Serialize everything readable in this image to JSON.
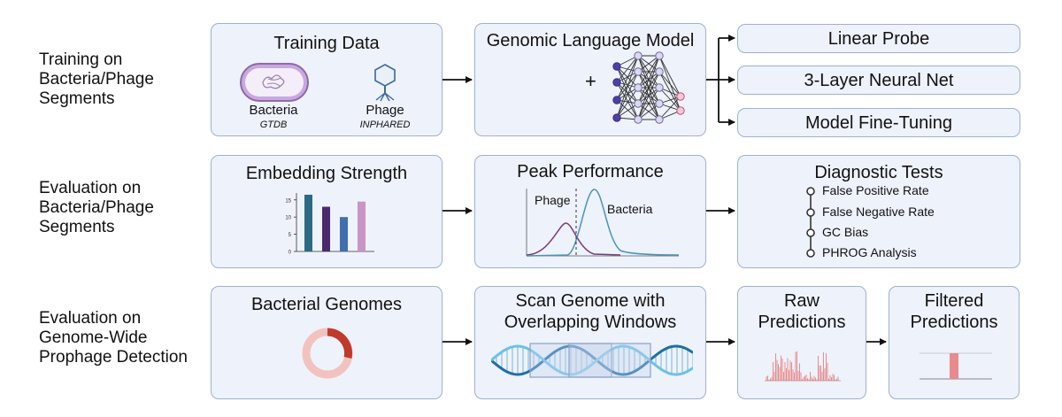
{
  "rows": [
    {
      "label": "Training on\nBacteria/Phage\nSegments"
    },
    {
      "label": "Evaluation on\nBacteria/Phage\nSegments"
    },
    {
      "label": "Evaluation on\nGenome-Wide\nProphage Detection"
    }
  ],
  "training_data": {
    "title": "Training Data",
    "bacteria_label": "Bacteria",
    "bacteria_source": "GTDB",
    "phage_label": "Phage",
    "phage_source": "INPHARED"
  },
  "glm": {
    "title": "Genomic Language Model",
    "plus": "+"
  },
  "outputs": [
    "Linear Probe",
    "3-Layer Neural Net",
    "Model Fine-Tuning"
  ],
  "embedding": {
    "title": "Embedding Strength",
    "chart_data": {
      "type": "bar",
      "ylim": [
        0,
        17
      ],
      "yticks": [
        "0",
        "5",
        "10",
        "15"
      ],
      "values": [
        16.5,
        13,
        10,
        14.5
      ],
      "colors": [
        "#2c6a84",
        "#4a2a6a",
        "#3f6fb0",
        "#c994c7"
      ]
    }
  },
  "peak": {
    "title": "Peak Performance",
    "phage_label": "Phage",
    "bacteria_label": "Bacteria",
    "colors": {
      "phage": "#7a3a82",
      "bacteria": "#4a93b8"
    }
  },
  "diagnostics": {
    "title": "Diagnostic Tests",
    "items": [
      "False Positive Rate",
      "False Negative Rate",
      "GC Bias",
      "PHROG Analysis"
    ]
  },
  "genomes": {
    "title": "Bacterial Genomes",
    "colors": {
      "ring": "#f2c3be",
      "arc": "#c0392b"
    }
  },
  "scan": {
    "title": "Scan Genome with\nOverlapping Windows"
  },
  "raw": {
    "title": "Raw\nPredictions"
  },
  "filtered": {
    "title": "Filtered\nPredictions"
  }
}
